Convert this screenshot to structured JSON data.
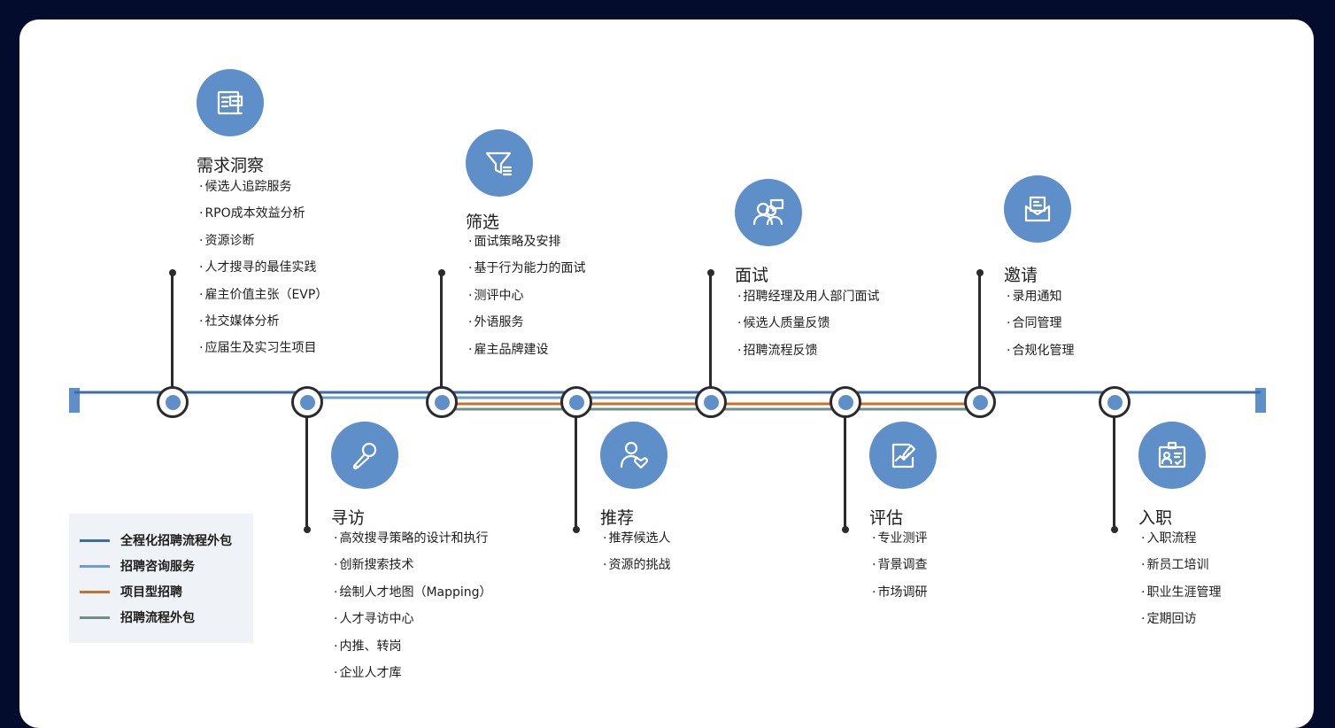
{
  "colors": {
    "background": "#030c2c",
    "card": "#ffffff",
    "icon_fill": "#5e8fc9",
    "full_rpo": "#3d6cae",
    "consulting": "#6f9bd2",
    "project": "#c9702c",
    "process_outsourcing": "#6f8f87"
  },
  "stages": {
    "insight": {
      "title": "需求洞察",
      "icon": "document-report-icon",
      "items": [
        "候选人追踪服务",
        "RPO成本效益分析",
        "资源诊断",
        "人才搜寻的最佳实践",
        "雇主价值主张（EVP）",
        "社交媒体分析",
        "应届生及实习生项目"
      ]
    },
    "search": {
      "title": "寻访",
      "icon": "microphone-icon",
      "items": [
        "高效搜寻策略的设计和执行",
        "创新搜索技术",
        "绘制人才地图（Mapping）",
        "人才寻访中心",
        "内推、转岗",
        "企业人才库"
      ]
    },
    "screening": {
      "title": "筛选",
      "icon": "filter-icon",
      "items": [
        "面试策略及安排",
        "基于行为能力的面试",
        "测评中心",
        "外语服务",
        "雇主品牌建设"
      ]
    },
    "recommend": {
      "title": "推荐",
      "icon": "person-heart-icon",
      "items": [
        "推荐候选人",
        "资源的挑战"
      ]
    },
    "interview": {
      "title": "面试",
      "icon": "people-chat-icon",
      "items": [
        "招聘经理及用人部门面试",
        "候选人质量反馈",
        "招聘流程反馈"
      ]
    },
    "assessment": {
      "title": "评估",
      "icon": "chart-edit-icon",
      "items": [
        "专业测评",
        "背景调查",
        "市场调研"
      ]
    },
    "offer": {
      "title": "邀请",
      "icon": "envelope-letter-icon",
      "items": [
        "录用通知",
        "合同管理",
        "合规化管理"
      ]
    },
    "onboarding": {
      "title": "入职",
      "icon": "id-badge-icon",
      "items": [
        "入职流程",
        "新员工培训",
        "职业生涯管理",
        "定期回访"
      ]
    }
  },
  "legend": [
    {
      "label": "全程化招聘流程外包",
      "color": "#3d6cae"
    },
    {
      "label": "招聘咨询服务",
      "color": "#6f9bd2"
    },
    {
      "label": "项目型招聘",
      "color": "#c9702c"
    },
    {
      "label": "招聘流程外包",
      "color": "#6f8f87"
    }
  ]
}
